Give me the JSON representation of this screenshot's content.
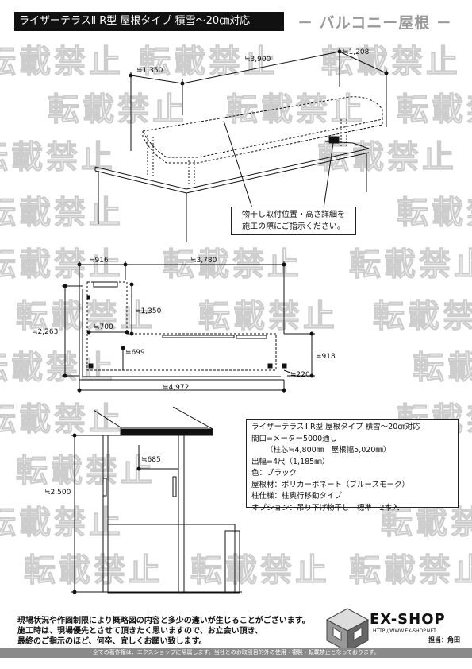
{
  "header": {
    "title": "ライザーテラスⅡ R型 屋根タイプ 積雪～20㎝対応",
    "subtitle": "－ バルコニー屋根 －"
  },
  "watermark": {
    "text": "転載禁止"
  },
  "drawing_3d": {
    "dims": {
      "left": "≒1,350",
      "top": "≒3,900",
      "right": "≒1,208"
    },
    "callout": [
      "物干し取付位置・高さ詳細を",
      "施工の際にご指示ください。"
    ]
  },
  "plan": {
    "dims": {
      "top_left": "≒916",
      "top": "≒3,780",
      "height": "≒2,263",
      "inner_depth": "≒1,350",
      "inner_width": "≒700",
      "post_inset": "≒699",
      "right_height": "≒918",
      "corner": "≒220",
      "bottom": "≒4,972"
    }
  },
  "elevation": {
    "dims": {
      "depth": "≒685",
      "height": "≒2,500"
    }
  },
  "spec": {
    "lines": [
      "ライザーテラスⅡ R型 屋根タイプ 積雪～20㎝対応",
      "間口=メーター5000通し",
      "（柱芯≒4,800㎜　屋根幅5,020㎜）",
      "出幅=4尺（1,185㎜）",
      "色：ブラック",
      "屋根材：ポリカーボネート（ブルースモーク）",
      "柱仕様：柱奥行移動タイプ",
      "オプション：吊り下げ物干し　標準　2本入"
    ]
  },
  "notice": {
    "lines": [
      "現場状況や作図制限により概略図の内容と多少の違いが生じることがございます。",
      "施工時は、現場優先とさせて頂きたく思いますので、お立会い頂き、",
      "最終のご指示のほど、何卒、宜しくお願い致します。"
    ]
  },
  "footer": {
    "copyright": "全ての著作権は、エクスショップに帰属します。当社とのお取引目的外の使用・複製・転載禁止となっております。"
  },
  "logo": {
    "name": "EX-SHOP",
    "url": "HTTP://WWW.EX-SHOP.NET",
    "staff": "担当：角田"
  }
}
